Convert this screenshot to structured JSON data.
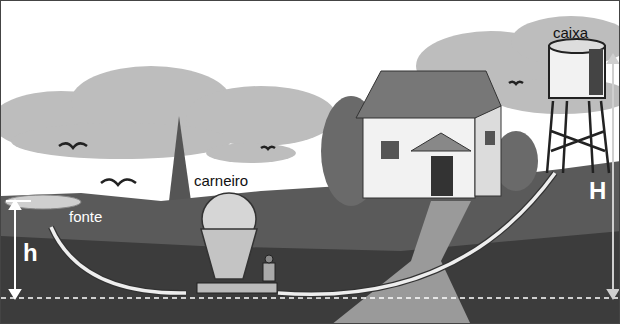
{
  "diagram": {
    "nodes": [
      {
        "text": [
          "fonte"
        ]
      },
      {
        "text": [
          "carneiro"
        ]
      },
      {
        "text": [
          "caixa"
        ]
      }
    ],
    "edges": [
      {
        "from": 0,
        "to": 1,
        "arrow": "none"
      },
      {
        "from": 1,
        "to": 2,
        "arrow": "none"
      }
    ],
    "labels": [
      "h",
      "H"
    ]
  }
}
